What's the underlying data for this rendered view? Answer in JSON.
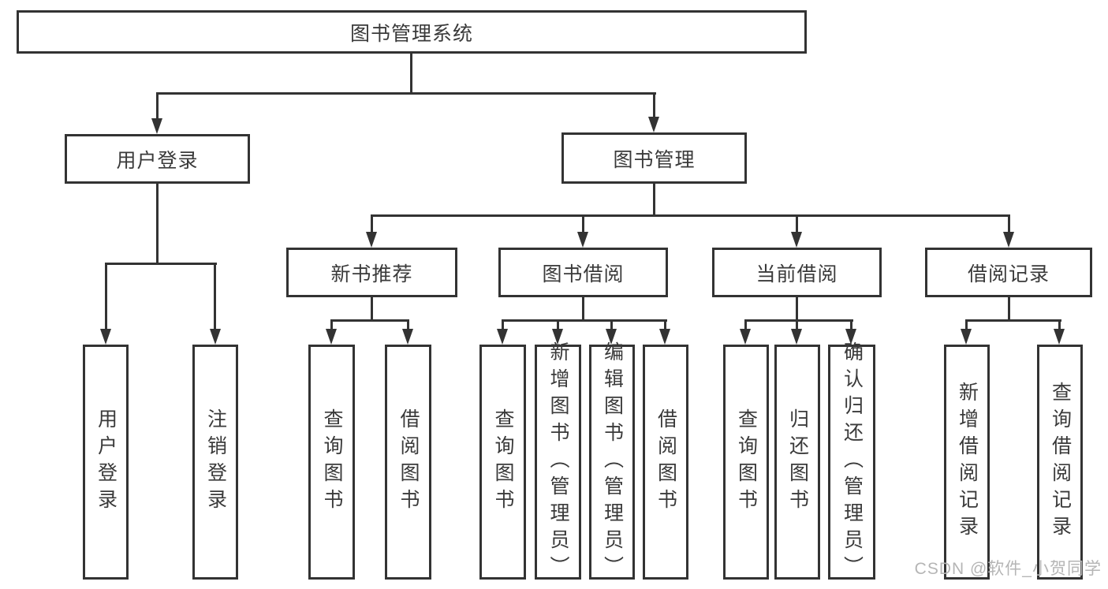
{
  "diagram": {
    "root": "图书管理系统",
    "level1": {
      "user_login": "用户登录",
      "book_mgmt": "图书管理"
    },
    "level2": {
      "new_book_rec": "新书推荐",
      "book_borrow": "图书借阅",
      "current_borrow": "当前借阅",
      "borrow_record": "借阅记录"
    },
    "leaves": {
      "login": "用户登录",
      "logout": "注销登录",
      "nbr_query": "查询图书",
      "nbr_borrow": "借阅图书",
      "bb_query": "查询图书",
      "bb_add": "新增图书（管理员）",
      "bb_edit": "编辑图书（管理员）",
      "bb_borrow": "借阅图书",
      "cb_query": "查询图书",
      "cb_return": "归还图书",
      "cb_confirm": "确认归还（管理员）",
      "br_add": "新增借阅记录",
      "br_query": "查询借阅记录"
    }
  },
  "watermark": "CSDN @软件_小贺同学",
  "colors": {
    "line": "#333333",
    "watermark": "#b5b5b5",
    "background": "#ffffff"
  }
}
